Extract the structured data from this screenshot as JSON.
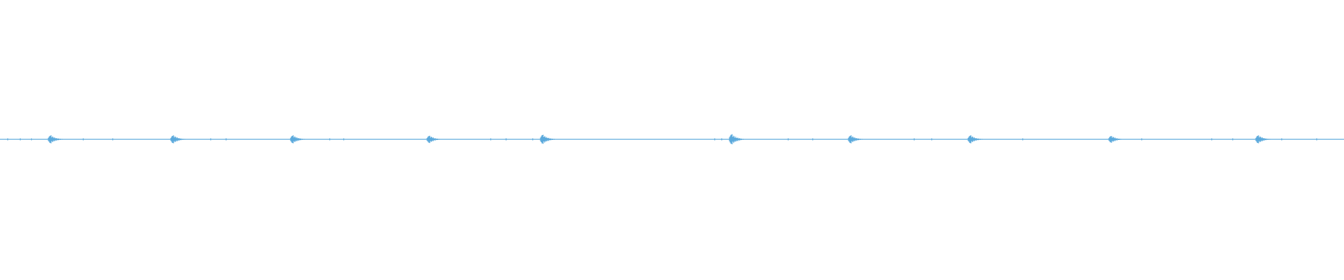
{
  "waveform": {
    "color": "#5aa9dc",
    "background": "#ffffff",
    "transient_count": 10,
    "transients": [
      {
        "amplitude": 0.035
      },
      {
        "amplitude": 0.035
      },
      {
        "amplitude": 0.035
      },
      {
        "amplitude": 0.032
      },
      {
        "amplitude": 0.04
      },
      {
        "amplitude": 0.045
      },
      {
        "amplitude": 0.035
      },
      {
        "amplitude": 0.035
      },
      {
        "amplitude": 0.03
      },
      {
        "amplitude": 0.035
      }
    ]
  }
}
